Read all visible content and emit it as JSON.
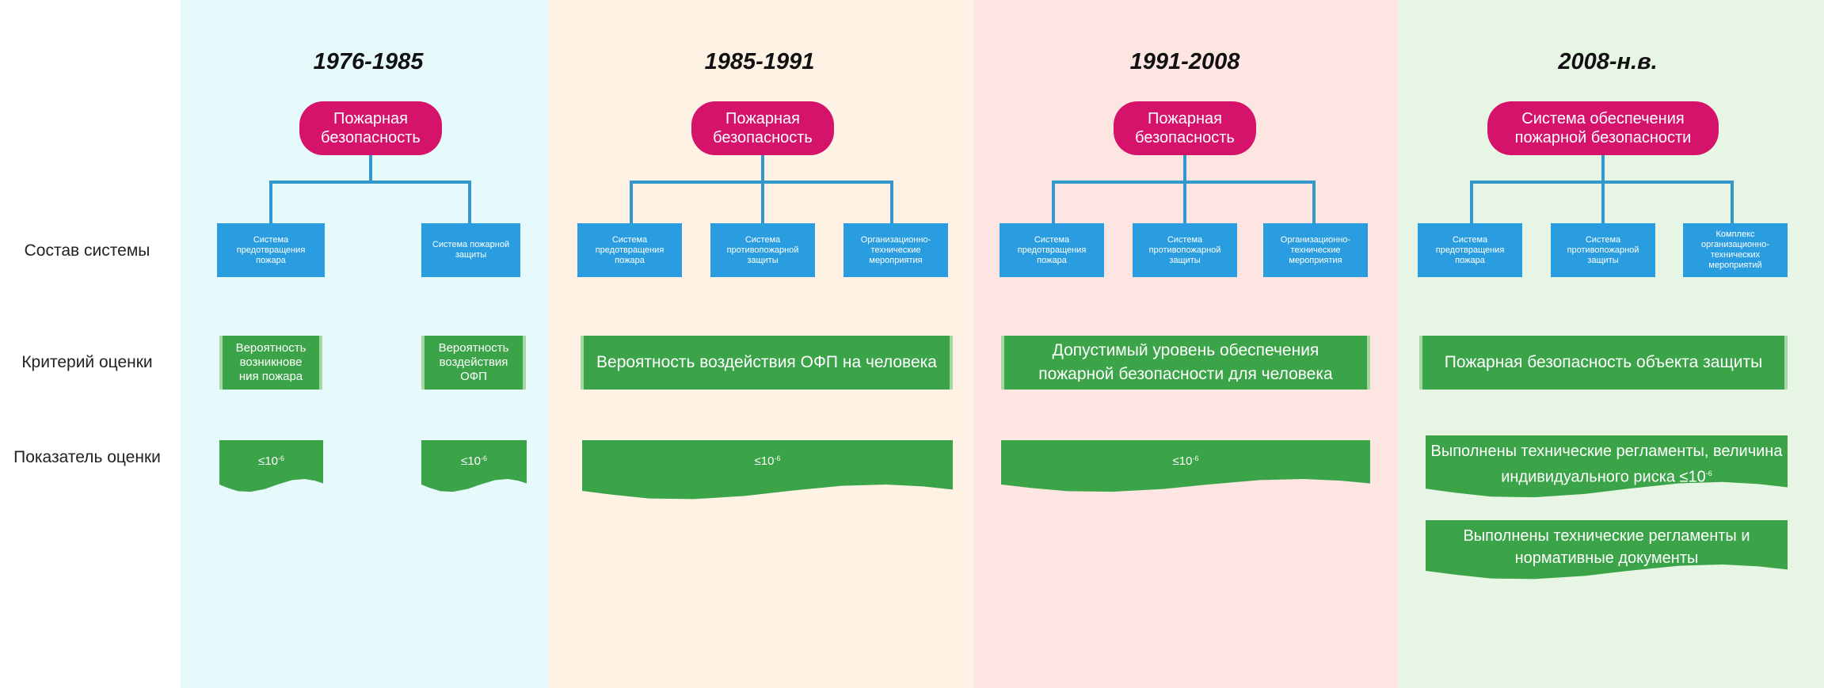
{
  "row_labels": {
    "composition": "Состав системы",
    "criterion": "Критерий оценки",
    "indicator": "Показатель оценки"
  },
  "periods": [
    {
      "years": "1976-1985",
      "root": "Пожарная безопасность",
      "systems": [
        "Система предотвращения пожара",
        "Система пожарной защиты"
      ],
      "criteria": [
        "Вероятность возникнове ния пожара",
        "Вероятность воздействия ОФП"
      ],
      "indicators": [
        "≤10",
        "≤10"
      ]
    },
    {
      "years": "1985-1991",
      "root": "Пожарная безопасность",
      "systems": [
        "Система предотвращения пожара",
        "Система противопожарной защиты",
        "Организационно-технические мероприятия"
      ],
      "criteria": [
        "Вероятность воздействия ОФП на человека"
      ],
      "indicators": [
        "≤10"
      ]
    },
    {
      "years": "1991-2008",
      "root": "Пожарная безопасность",
      "systems": [
        "Система предотвращения пожара",
        "Система противопожарной защиты",
        "Организационно-технические мероприятия"
      ],
      "criteria": [
        "Допустимый уровень обеспечения пожарной безопасности для человека"
      ],
      "indicators": [
        "≤10"
      ]
    },
    {
      "years": "2008-н.в.",
      "root": "Система обеспечения пожарной безопасности",
      "systems": [
        "Система предотвращения пожара",
        "Система противопожарной защиты",
        "Комплекс организационно-технических мероприятий"
      ],
      "criteria": [
        "Пожарная безопасность объекта защиты"
      ],
      "indicators": [
        "Выполнены технические регламенты, величина индивидуального риска ≤10",
        "Выполнены технические регламенты и нормативные документы"
      ]
    }
  ],
  "exponent": "-6",
  "colors": {
    "pill": "#d5136b",
    "system_box": "#2a9de0",
    "criterion_box": "#3ba448",
    "connector": "#3399cc"
  }
}
